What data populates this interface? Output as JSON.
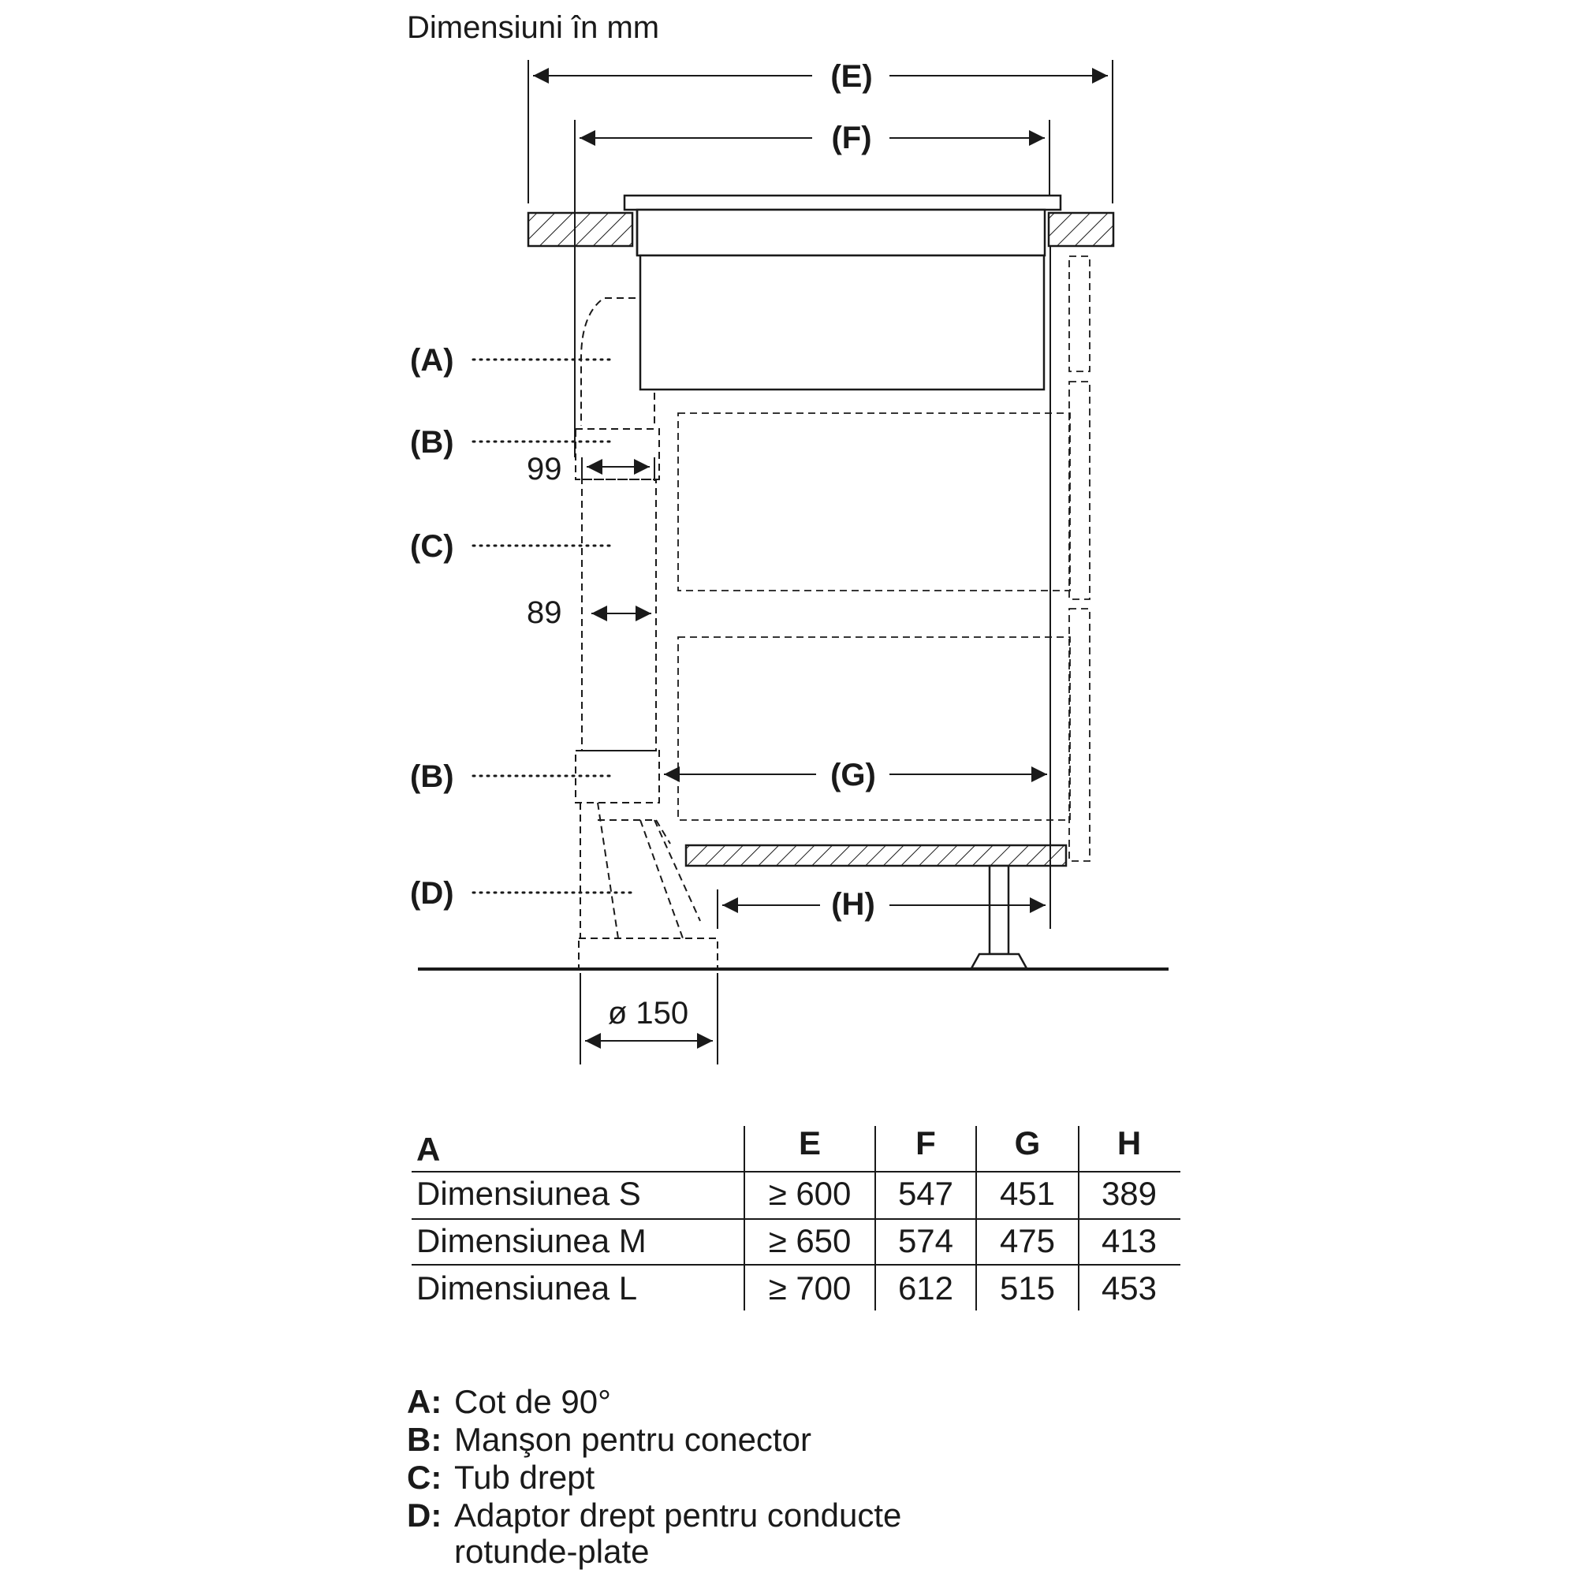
{
  "title": "Dimensiuni în mm",
  "dimensions": {
    "e": "(E)",
    "f": "(F)",
    "g": "(G)",
    "h": "(H)",
    "d99": "99",
    "d89": "89",
    "diameter": "ø 150"
  },
  "callouts": {
    "a": "(A)",
    "b1": "(B)",
    "c": "(C)",
    "b2": "(B)",
    "d": "(D)"
  },
  "table": {
    "headers": [
      "A",
      "E",
      "F",
      "G",
      "H"
    ],
    "rows": [
      [
        "Dimensiunea S",
        "≥ 600",
        "547",
        "451",
        "389"
      ],
      [
        "Dimensiunea M",
        "≥ 650",
        "574",
        "475",
        "413"
      ],
      [
        "Dimensiunea L",
        "≥ 700",
        "612",
        "515",
        "453"
      ]
    ]
  },
  "legend": [
    {
      "key": "A:",
      "text": "Cot de 90°"
    },
    {
      "key": "B:",
      "text": "Manşon pentru conector"
    },
    {
      "key": "C:",
      "text": "Tub drept"
    },
    {
      "key": "D:",
      "text": "Adaptor drept pentru conducte",
      "text2": "rotunde-plate"
    }
  ]
}
